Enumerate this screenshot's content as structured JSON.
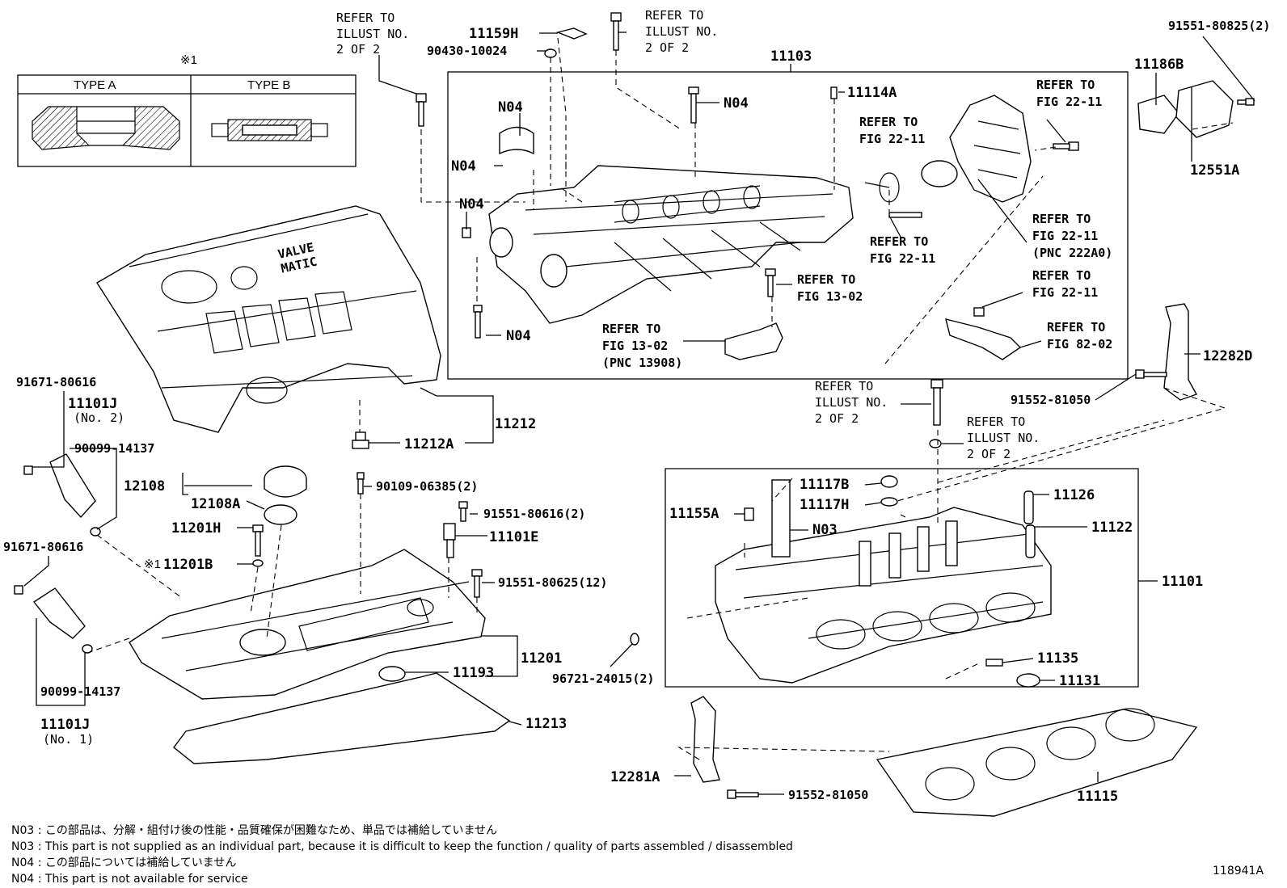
{
  "labels": {
    "p11159H": "11159H",
    "p90430": "90430-10024",
    "p11103": "11103",
    "p11114A": "11114A",
    "p91551_80825": "91551-80825(2)",
    "p11186B": "11186B",
    "p12551A": "12551A",
    "n04a": "N04",
    "n04b": "N04",
    "n04c": "N04",
    "n04d": "N04",
    "n04e": "N04",
    "p12282D": "12282D",
    "p91552_81050a": "91552-81050",
    "p11212": "11212",
    "p11212A": "11212A",
    "p90109": "90109-06385(2)",
    "p91671a": "91671-80616",
    "p11101J_2": "11101J",
    "p11101J_2_sub": "(No. 2)",
    "p90099a": "90099-14137",
    "p12108": "12108",
    "p12108A": "12108A",
    "p91551_80616": "91551-80616(2)",
    "p11101E": "11101E",
    "p11201H": "11201H",
    "p11201B": "11201B",
    "mark11201B": "※1",
    "p91671b": "91671-80616",
    "p91551_80625": "91551-80625(12)",
    "p11201": "11201",
    "p11193": "11193",
    "p90099b": "90099-14137",
    "p11101J_1": "11101J",
    "p11101J_1_sub": "(No. 1)",
    "p11213": "11213",
    "p96721": "96721-24015(2)",
    "p11117B": "11117B",
    "p11117H": "11117H",
    "p11155A": "11155A",
    "n03": "N03",
    "p11126": "11126",
    "p11122": "11122",
    "p11101": "11101",
    "p11135": "11135",
    "p11131": "11131",
    "p12281A": "12281A",
    "p91552_81050b": "91552-81050",
    "p11115": "11115"
  },
  "refs": {
    "r1": [
      "REFER TO",
      "ILLUST NO.",
      "2 OF 2"
    ],
    "r2": [
      "REFER TO",
      "ILLUST NO.",
      "2 OF 2"
    ],
    "r3": [
      "REFER TO",
      "FIG 22-11"
    ],
    "r4": [
      "REFER TO",
      "FIG 22-11"
    ],
    "r5": [
      "REFER TO",
      "FIG 22-11"
    ],
    "r6": [
      "REFER TO",
      "FIG 22-11",
      "(PNC 222A0)"
    ],
    "r7": [
      "REFER TO",
      "FIG 13-02"
    ],
    "r8": [
      "REFER TO",
      "FIG 13-02",
      "(PNC 13908)"
    ],
    "r9": [
      "REFER TO",
      "FIG 22-11"
    ],
    "r10": [
      "REFER TO",
      "FIG 82-02"
    ],
    "r11": [
      "REFER TO",
      "ILLUST NO.",
      "2 OF 2"
    ],
    "r12": [
      "REFER TO",
      "ILLUST NO.",
      "2 OF 2"
    ]
  },
  "inset": {
    "mark": "※1",
    "type_a": "TYPE A",
    "type_b": "TYPE B"
  },
  "cover_logo": [
    "VALVE",
    "MATIC"
  ],
  "notes": [
    "N03 : この部品は、分解・組付け後の性能・品質確保が困難なため、単品では補給していません",
    "N03 : This part is not supplied as an individual part, because it is difficult to keep the function / quality of parts  assembled / disassembled",
    "N04 : この部品については補給していません",
    "N04 : This part is not available for service"
  ],
  "illustration_id": "118941A"
}
